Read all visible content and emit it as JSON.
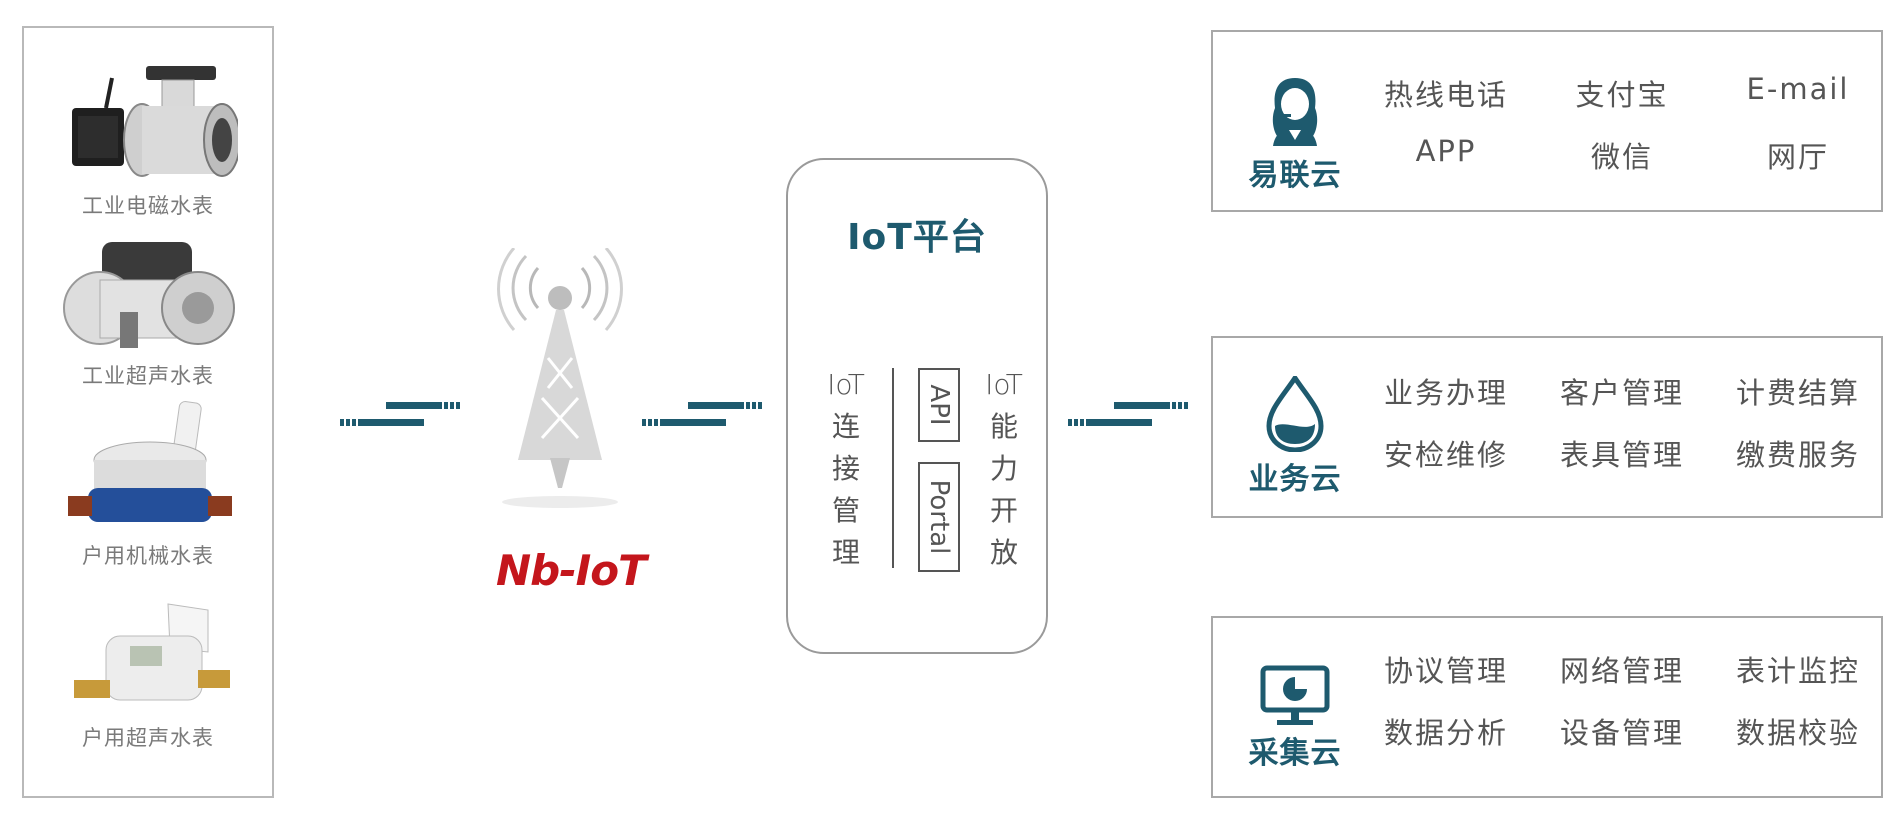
{
  "devices": [
    {
      "label": "工业电磁水表",
      "icon": "electromagnetic-meter-icon"
    },
    {
      "label": "工业超声水表",
      "icon": "ultrasonic-meter-icon"
    },
    {
      "label": "户用机械水表",
      "icon": "mechanical-meter-icon"
    },
    {
      "label": "户用超声水表",
      "icon": "household-ultrasonic-meter-icon"
    }
  ],
  "network": {
    "logo_text": "Nb-IoT",
    "icon": "signal-tower-icon"
  },
  "platform": {
    "title": "IoT平台",
    "left_column": [
      "IoT",
      "连",
      "接",
      "管",
      "理"
    ],
    "right_column": [
      "IoT",
      "能",
      "力",
      "开",
      "放"
    ],
    "boxes": [
      "API",
      "Portal"
    ]
  },
  "clouds": [
    {
      "name": "易联云",
      "icon": "customer-service-icon",
      "items": [
        "热线电话",
        "支付宝",
        "E-mail",
        "APP",
        "微信",
        "网厅"
      ]
    },
    {
      "name": "业务云",
      "icon": "water-drop-icon",
      "items": [
        "业务办理",
        "客户管理",
        "计费结算",
        "安检维修",
        "表具管理",
        "缴费服务"
      ]
    },
    {
      "name": "采集云",
      "icon": "monitor-chart-icon",
      "items": [
        "协议管理",
        "网络管理",
        "表计监控",
        "数据分析",
        "设备管理",
        "数据校验"
      ]
    }
  ],
  "colors": {
    "accent": "#1e5a6e",
    "logo_red": "#c4161c",
    "border": "#a8a8a8"
  }
}
